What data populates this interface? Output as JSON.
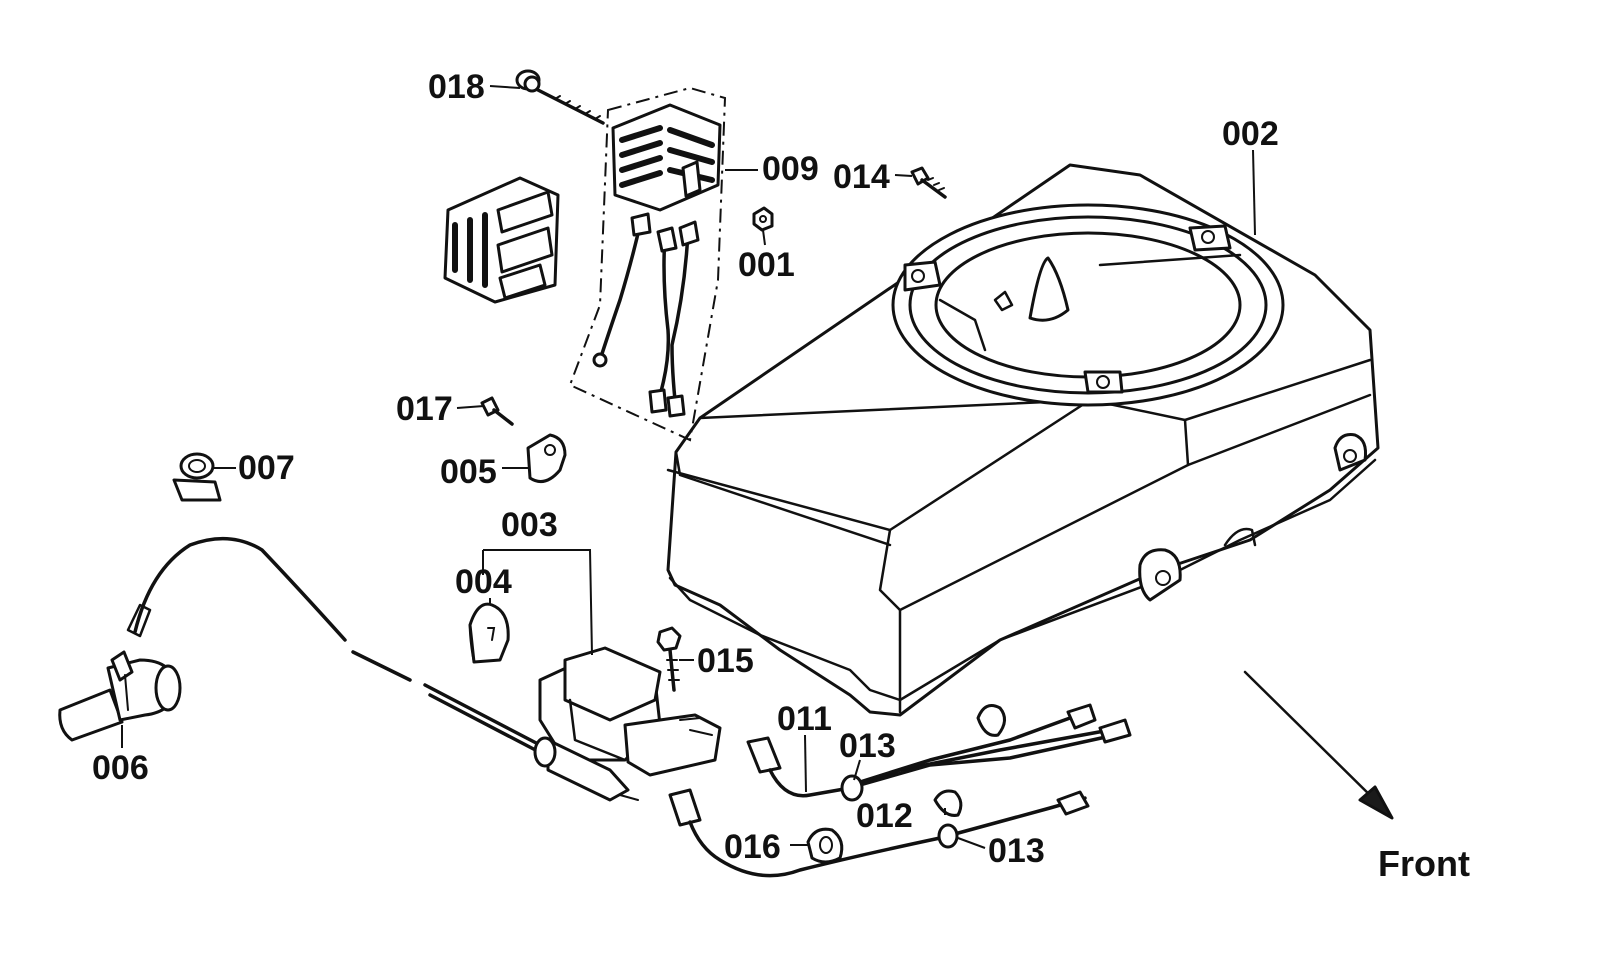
{
  "diagram": {
    "front_label": "Front",
    "callouts": [
      {
        "id": "c018",
        "label": "018"
      },
      {
        "id": "c009",
        "label": "009"
      },
      {
        "id": "c014",
        "label": "014"
      },
      {
        "id": "c002",
        "label": "002"
      },
      {
        "id": "c001",
        "label": "001"
      },
      {
        "id": "c017",
        "label": "017"
      },
      {
        "id": "c007",
        "label": "007"
      },
      {
        "id": "c005",
        "label": "005"
      },
      {
        "id": "c003",
        "label": "003"
      },
      {
        "id": "c004",
        "label": "004"
      },
      {
        "id": "c015",
        "label": "015"
      },
      {
        "id": "c006",
        "label": "006"
      },
      {
        "id": "c011",
        "label": "011"
      },
      {
        "id": "c013a",
        "label": "013"
      },
      {
        "id": "c012",
        "label": "012"
      },
      {
        "id": "c016",
        "label": "016"
      },
      {
        "id": "c013b",
        "label": "013"
      }
    ]
  }
}
